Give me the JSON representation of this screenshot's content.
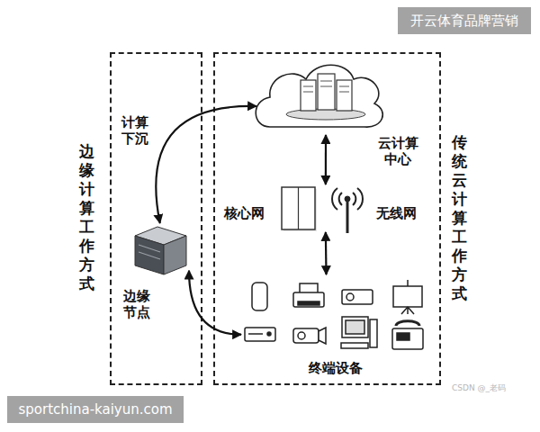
{
  "diagram": {
    "nodes": [
      {
        "text": [
          "边缘计算工作方式"
        ]
      },
      {
        "text": [
          "边缘节点"
        ],
        "in": 0
      },
      {
        "text": [
          "传统云计算工作方式"
        ]
      },
      {
        "text": [
          "云计算中心"
        ],
        "in": 2
      },
      {
        "text": [
          "核心网"
        ],
        "in": 2
      },
      {
        "text": [
          "无线网"
        ],
        "in": 2
      },
      {
        "text": [
          "终端设备"
        ],
        "in": 2
      }
    ],
    "edges": [
      {
        "from": 3,
        "to": 1,
        "label": "计算下沉",
        "arrow": "both"
      },
      {
        "from": 1,
        "to": 6,
        "arrow": "both"
      },
      {
        "from": 3,
        "to": 4,
        "arrow": "both"
      },
      {
        "from": 4,
        "to": 6,
        "arrow": "both"
      }
    ],
    "labels": [
      "开云体育品牌营销",
      "sportchina-kaiyun.com",
      "CSDN @_老码"
    ]
  }
}
